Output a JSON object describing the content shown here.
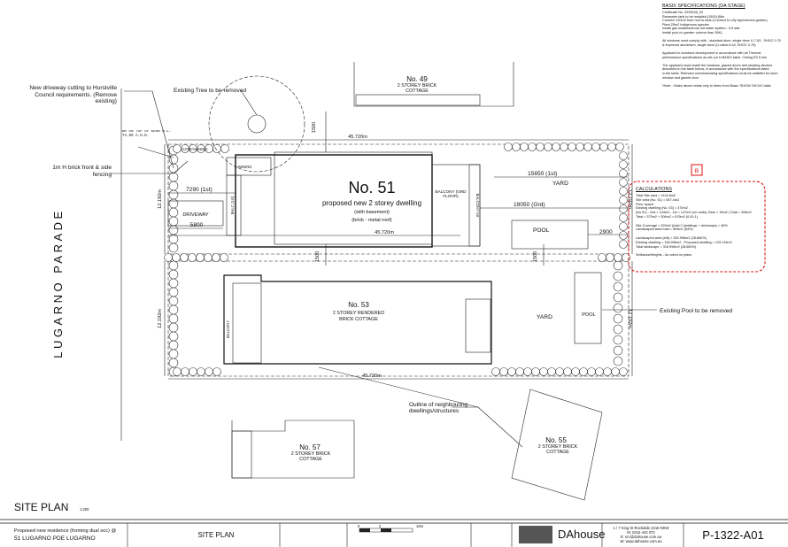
{
  "drawing": {
    "street": "LUGARNO PARADE",
    "sheet_title": "SITE PLAN",
    "scale": "1:200",
    "project_line1": "Proposed new residence (forming dual occ) @",
    "project_line2": "51 LUGARNO PDE LUGARNO",
    "drawing_name": "SITE PLAN",
    "drawing_number": "P-1322-A01",
    "company": "DAhouse"
  },
  "basix": {
    "title": "BASIX SPECIFICATIONS (DA STAGE)",
    "lines": [
      "Certificate No. 0239245_02",
      "Rainwater tank to be installed (1500L)Min",
      "Connect 120m2 from roof to tank (Connect to Lilly tap/connect garden)",
      "Plant 25m2 Indigenous species",
      "Install gas instantaneous hot water system - 5.5 star",
      "Install pool no greater volume than 35KL.",
      "",
      "All windows must comply with - standard alum, single clear U-7.63 , SHGC 0.75",
      "& improved aluminium, single clear (U-value:6.44, SHGC 0.75)",
      "",
      "Applicant to construct development in accordance with all Thermal",
      "performance specifications as set out in BASIX table, Ceiling R2.5 min",
      "",
      "The applicant must install the windows, glazed doors and shading devices",
      "described in the table below, in accordance with the specifications listed",
      "in the table. Relevant overshadowing specifications must be satisfied for each",
      "window and glazed door.",
      "",
      "*Note - Notes above relate only to items from Basix 'SHOW ON DA' table"
    ]
  },
  "calculations": {
    "title": "CALCULATIONS",
    "lines": [
      "Total Site area = 1114.8m2",
      "Site area (No. 51) = 557.4m2",
      "Floor space:",
      "Existing dwelling (No. 53) = 370m2",
      "(No 51) - Grd = 144m2 , 1st = 147m2 (no voids), Bsm = 15m2  | Total = 306m2",
      "Total = 370m2 + 306m2 = 676m2 (0.61:1)",
      "",
      "Site Coverage = 520m2 (total 2 dwellings + driveways) = 46%",
      "Landscaped area total = 594m2 (54%)",
      "",
      "Landscaped area (left) = 315.996m2 (28.660%)",
      "Existing dwelling = 165.996m2 , Proposed dwelling = 129.119m2",
      "Total landscape = 315.996m2 (28.660%)",
      "",
      "Setbacks/Heights - As noted on plans"
    ],
    "marker": "B"
  },
  "notes": {
    "new_driveway": "New driveway cutting to Hurstville Council requirements. (Remove existing)",
    "existing_tree": "Existing Tree to be removed",
    "bm": "BM ON TOP OF KERB R.L. 74.99 A.H.D.",
    "fence": "1m H brick front & side fencing",
    "existing_pool": "Existing Pool to be removed",
    "outline": "Outline of neighbouring dwellings/structures"
  },
  "lots": {
    "no51_title": "No. 51",
    "no51_sub1": "proposed new 2 storey dwelling",
    "no51_sub2": "(with basement)",
    "no51_sub3": "(brick - metal roof)",
    "no53_title": "No. 53",
    "no53_sub": "2 STOREY RENDERED BRICK COTTAGE",
    "no49_title": "No. 49",
    "no49_sub": "2 STOREY BRICK COTTAGE",
    "no57_title": "No. 57",
    "no57_sub": "2 STOREY BRICK COTTAGE",
    "no55_title": "No. 55",
    "no55_sub": "2 STOREY BRICK COTTAGE"
  },
  "labels": {
    "driveway": "DRIVEWAY",
    "awning": "AWNING",
    "gate_awning": "GATE/AWNING",
    "balcony_grd": "BALCONY (GRD FLOOR)",
    "balcony_1st": "BALCONY 1st",
    "balc_1st": "BALC (1st)",
    "yard": "YARD",
    "pool": "POOL",
    "balcony": "BALCONY"
  },
  "dimensions": {
    "d_45720_top": "45.720m",
    "d_45720_mid": "45.720m",
    "d_45720_bot": "45.720m",
    "d_15650": "15650 (1st)",
    "d_19050": "19050 (Grd)",
    "d_7290": "7290 (1st)",
    "d_5800": "5800",
    "d_1500a": "1500",
    "d_1500b": "1500",
    "d_1500c": "1500",
    "d_2900": "2900",
    "d_12192_left_top": "12.192m",
    "d_12192_left_bot": "12.192m",
    "d_12192_right_top": "12.192m",
    "d_12192_right_bot": "12.192m"
  },
  "title_block": {
    "scale_bar_0": "0",
    "scale_bar_2": "2",
    "scale_bar_10": "10m",
    "address_line1": "1 / 7 King St Rockdale 2216 NSW",
    "address_line2": "M: 0415 443 072",
    "address_line3": "E: nrc@dahouse.com.au",
    "address_line4": "W: www.dahouse.com.au"
  }
}
